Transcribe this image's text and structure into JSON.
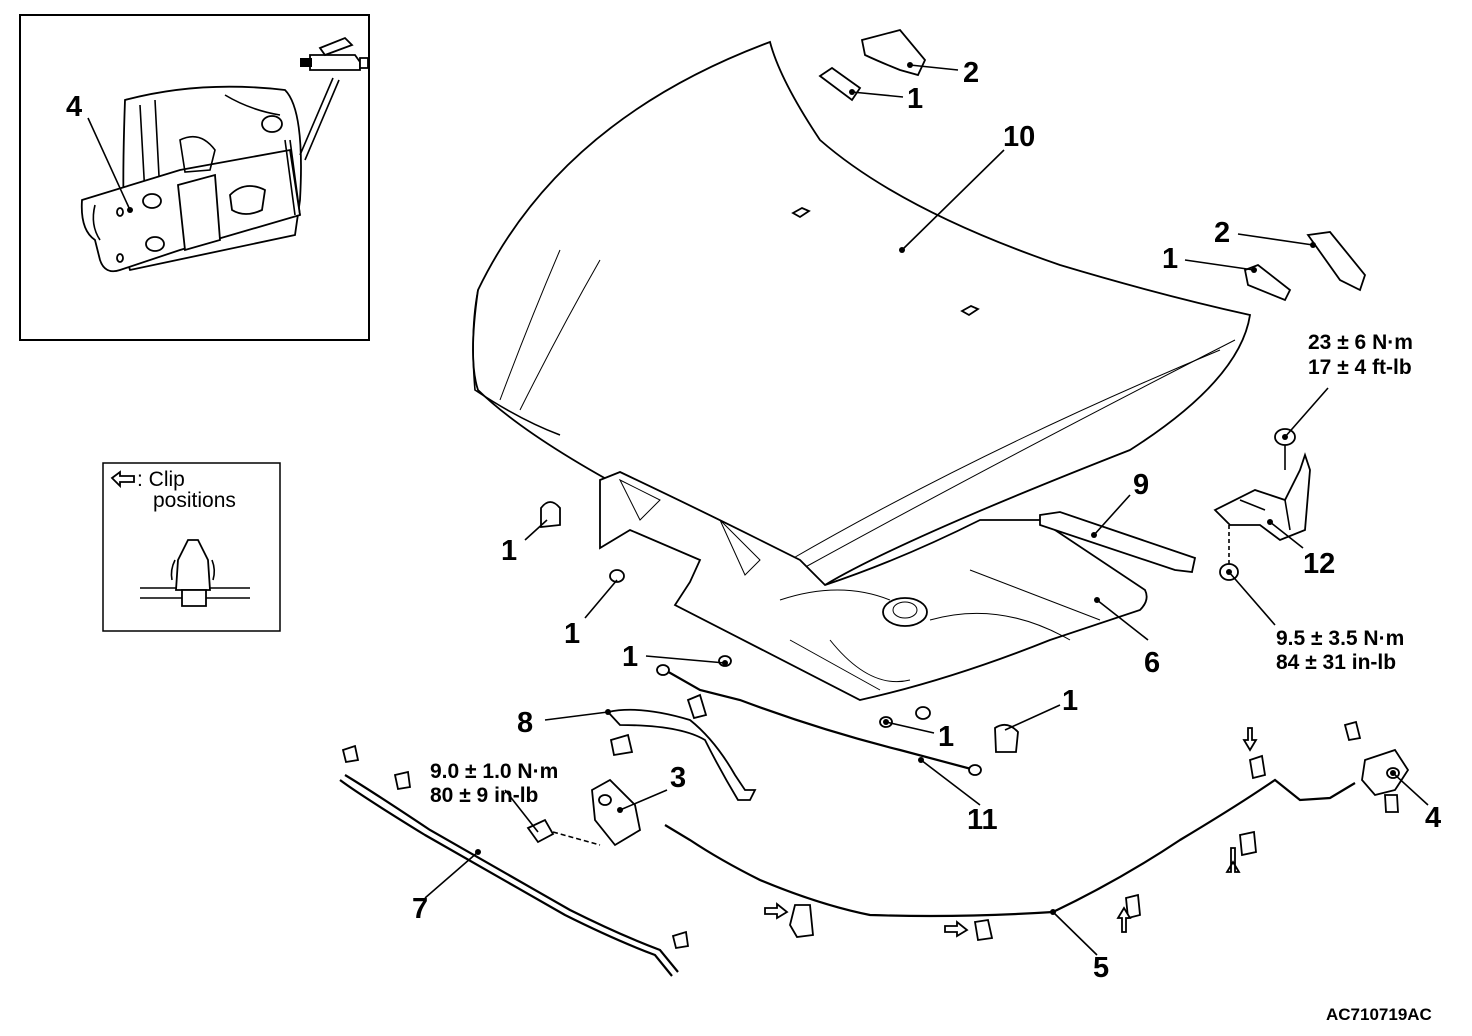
{
  "callouts": {
    "c1_top": "1",
    "c2_top": "2",
    "c10": "10",
    "c2_right": "2",
    "c1_right": "1",
    "c4_inset": "4",
    "c1_left_a": "1",
    "c1_left_b": "1",
    "c9": "9",
    "c12": "12",
    "c6": "6",
    "c1_mid": "1",
    "c1_low": "1",
    "c1_bottom": "1",
    "c8": "8",
    "c3": "3",
    "c11": "11",
    "c7": "7",
    "c5": "5",
    "c4_right": "4"
  },
  "torques": {
    "hinge_bolt_line1": "23 ± 6 N·m",
    "hinge_bolt_line2": "17 ± 4 ft-lb",
    "hinge_nut_line1": "9.5 ± 3.5 N·m",
    "hinge_nut_line2": "84 ± 31 in-lb",
    "latch_bolt_line1": "9.0 ± 1.0 N·m",
    "latch_bolt_line2": "80 ± 9 in-lb"
  },
  "legend": {
    "symbol": "⇦",
    "line1": ": Clip",
    "line2": "positions"
  },
  "figure_code": "AC710719AC"
}
